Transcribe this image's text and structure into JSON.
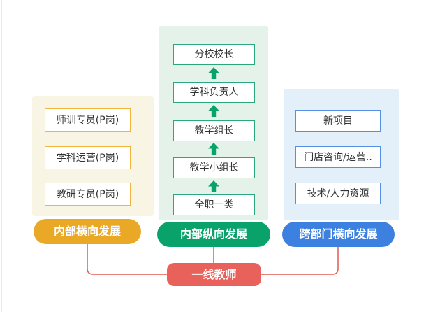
{
  "root_node": {
    "label": "一线教师"
  },
  "branches": {
    "left": {
      "title": "内部横向发展",
      "items": [
        "师训专员(P岗)",
        "学科运营(P岗)",
        "教研专员(P岗)"
      ]
    },
    "middle": {
      "title": "内部纵向发展",
      "levels": [
        "分校校长",
        "学科负责人",
        "教学组长",
        "教学小组长",
        "全职一类"
      ]
    },
    "right": {
      "title": "跨部门横向发展",
      "items": [
        "新项目",
        "门店咨询/运营..",
        "技术/人力资源"
      ]
    }
  },
  "colors": {
    "yellow_accent": "#EAA827",
    "yellow_border": "#F0B43F",
    "yellow_panel_bg": "#F9F5E5",
    "green_accent": "#0AA26B",
    "green_border": "#2BA77D",
    "green_panel_bg": "#E4F2EA",
    "blue_accent": "#3C80E0",
    "blue_border": "#5390E6",
    "blue_panel_bg": "#E3EFF9",
    "red_accent": "#E8625B",
    "red_line": "#E25C51",
    "node_text": "#333333"
  }
}
